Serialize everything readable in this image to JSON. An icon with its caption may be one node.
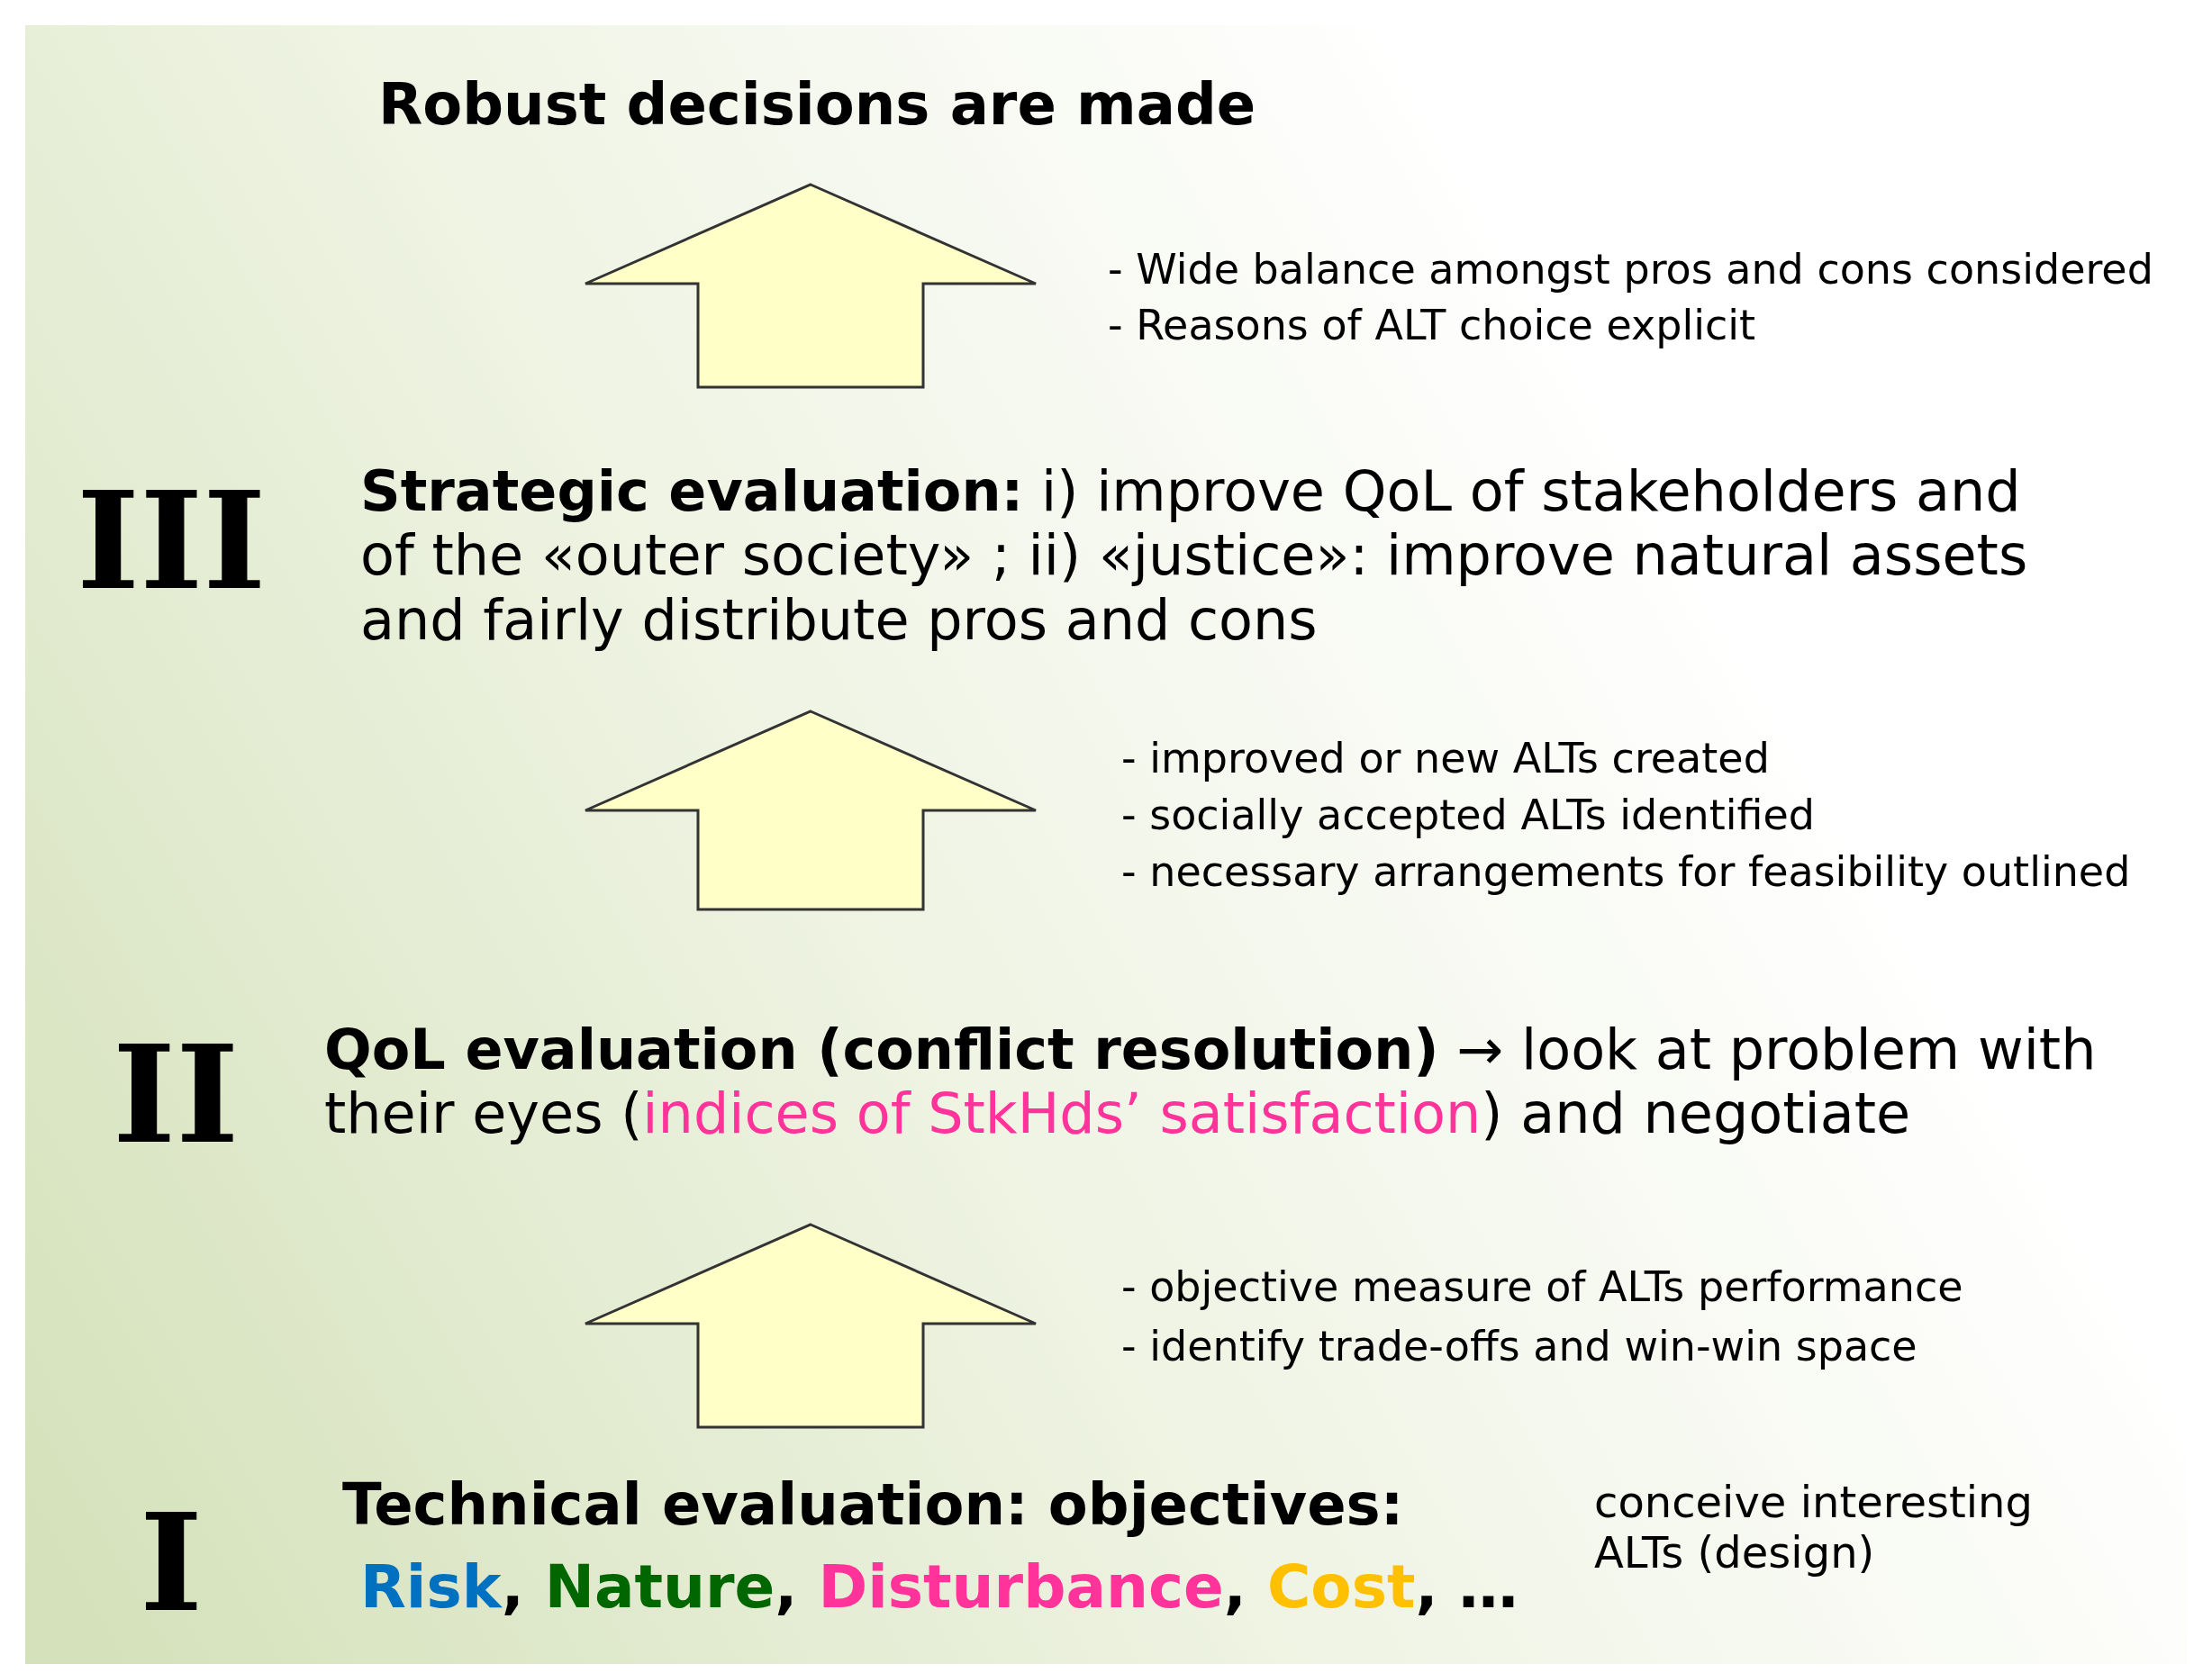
{
  "diagram": {
    "nodes": [
      {
        "text": [
          "Robust decisions are made"
        ]
      },
      {
        "text": [
          "III",
          "**Strategic evaluation:** i) improve QoL of stakeholders and of the «outer society» ; ii) «justice»: improve natural assets and fairly distribute pros and cons"
        ]
      },
      {
        "text": [
          "II",
          "**QoL evaluation (conflict resolution)** → look at problem with their eyes (*indices of StkHds’ satisfaction*) and negotiate"
        ]
      },
      {
        "text": [
          "I",
          "Technical evaluation: objectives:",
          "*Risk*, *Nature*, *Disturbance*, *Cost*, …"
        ],
        "beside": [
          "conceive interesting ALTs (design)"
        ]
      }
    ],
    "edges": [
      {
        "from": 3,
        "to": 2,
        "arrow": "to"
      },
      {
        "from": 2,
        "to": 1,
        "arrow": "to"
      },
      {
        "from": 1,
        "to": 0,
        "arrow": "to"
      }
    ],
    "labels": [
      "- Wide balance amongst pros and cons considered",
      "- Reasons of ALT choice explicit",
      "- improved or new ALTs created",
      "- socially accepted ALTs identified",
      "- necessary arrangements for feasibility outlined",
      "- objective measure of ALTs performance",
      "- identify trade-offs and win-win space"
    ]
  }
}
